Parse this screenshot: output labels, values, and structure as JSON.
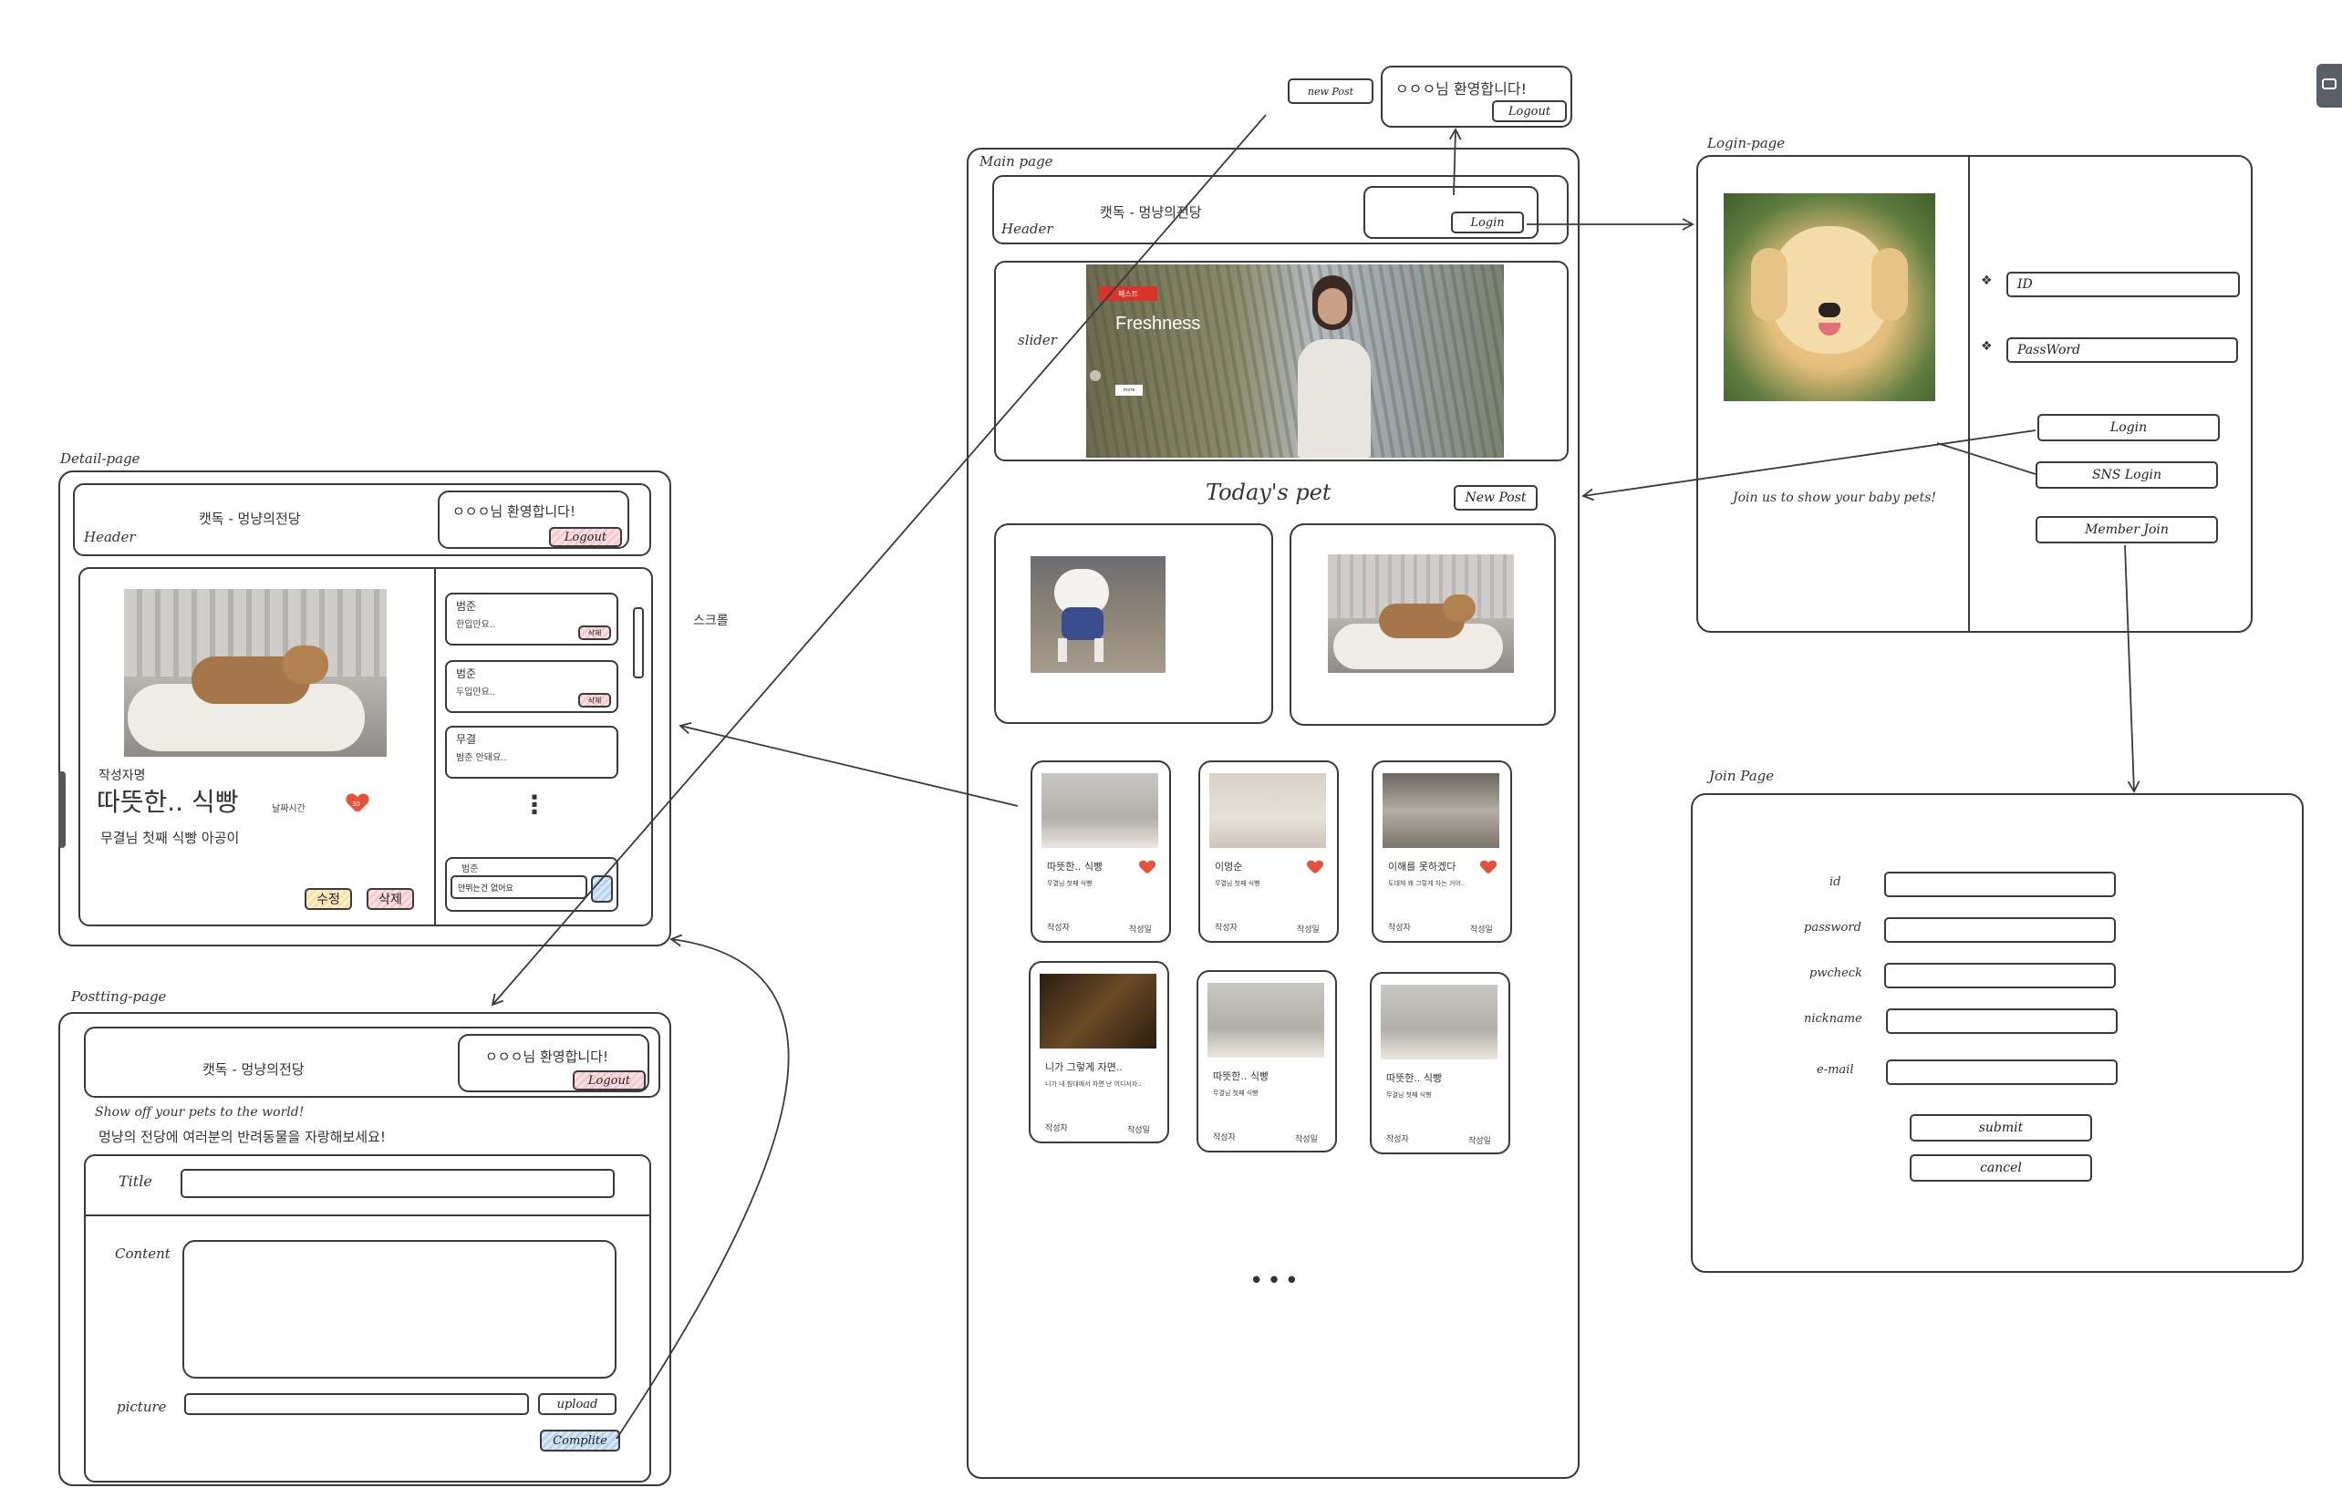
{
  "welcome_text": "ㅇㅇㅇ님 환영합니다!",
  "site_title": "캣독 - 멍냥의전당",
  "top_popup": {
    "new_post": "new Post",
    "logout": "Logout"
  },
  "main_page": {
    "label": "Main page",
    "header_label": "Header",
    "login_button": "Login",
    "slider_label": "slider",
    "slider_banner": {
      "tag": "페스트",
      "title": "Freshness",
      "button": "more"
    },
    "todays_pet": "Today's pet",
    "new_post_button": "New Post",
    "cards": [
      {
        "title": "따뜻한.. 식빵",
        "desc": "무결님 첫째 식빵",
        "author": "작성자",
        "date": "작성일",
        "liked": true
      },
      {
        "title": "이멍순",
        "desc": "무결님 첫째 식빵",
        "author": "작성자",
        "date": "작성일",
        "liked": true
      },
      {
        "title": "이해를 못하겠다",
        "desc": "도대체 왜 그렇게 자는 거야..",
        "author": "작성자",
        "date": "작성일",
        "liked": true
      },
      {
        "title": "니가 그렇게 자면..",
        "desc": "니가 내 침대에서 자면 난 어디서자..",
        "author": "작성자",
        "date": "작성일",
        "liked": false
      },
      {
        "title": "따뜻한.. 식빵",
        "desc": "무결님 첫째 식빵",
        "author": "작성자",
        "date": "작성일",
        "liked": false
      },
      {
        "title": "따뜻한.. 식빵",
        "desc": "무결님 첫째 식빵",
        "author": "작성자",
        "date": "작성일",
        "liked": false
      }
    ],
    "more_dots": "•••"
  },
  "login_page": {
    "label": "Login-page",
    "id_placeholder": "ID",
    "password_placeholder": "PassWord",
    "login_button": "Login",
    "sns_login_button": "SNS Login",
    "join_text": "Join us to show your baby pets!",
    "member_join_button": "Member Join"
  },
  "join_page": {
    "label": "Join Page",
    "fields": [
      "id",
      "password",
      "pwcheck",
      "nickname",
      "e-mail"
    ],
    "submit": "submit",
    "cancel": "cancel"
  },
  "detail_page": {
    "label": "Detail-page",
    "header_label": "Header",
    "logout": "Logout",
    "author": "작성자명",
    "title": "따뜻한.. 식빵",
    "time": "날짜시간",
    "like_count": "30",
    "body": "무결님 첫째 식빵 아공이",
    "edit_button": "수정",
    "delete_button": "삭제",
    "scroll_note": "스크롤",
    "comments": [
      {
        "name": "범준",
        "text": "한입만요..",
        "delete": "삭제"
      },
      {
        "name": "범준",
        "text": "두입만요..",
        "delete": "삭제"
      },
      {
        "name": "무결",
        "text": "범준 안돼요.."
      }
    ],
    "vertical_dots": "⋮",
    "comment_input": {
      "name": "범준",
      "placeholder": "안뛰는건 없어요"
    }
  },
  "posting_page": {
    "label": "Postting-page",
    "logout": "Logout",
    "tagline_en": "Show off your pets to the world!",
    "tagline_ko": "멍냥의 전당에 여러분의 반려동물을 자랑해보세요!",
    "title_label": "Title",
    "content_label": "Content",
    "picture_label": "picture",
    "upload_button": "upload",
    "complete_button": "Complite"
  },
  "colors": {
    "heart": "#e8503a",
    "pink_button": "#f6c9cf",
    "blue_button": "#b8d3ef",
    "yellow_button": "#f7e1a8"
  }
}
